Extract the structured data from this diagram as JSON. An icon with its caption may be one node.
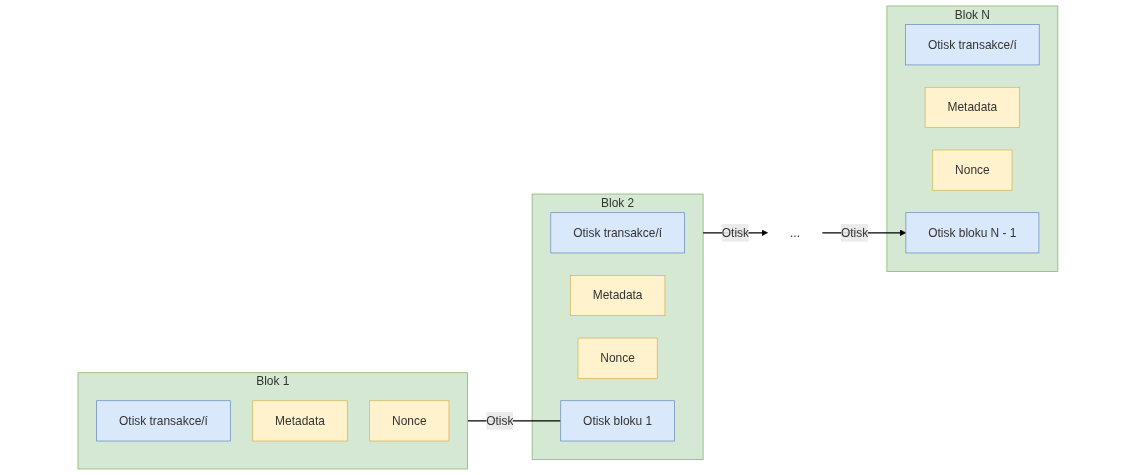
{
  "diagram": {
    "nodes": [
      {
        "text": [
          "Blok 1"
        ]
      },
      {
        "text": [
          "Otisk transakce/í"
        ],
        "in": 0
      },
      {
        "text": [
          "Metadata"
        ],
        "in": 0
      },
      {
        "text": [
          "Nonce"
        ],
        "in": 0
      },
      {
        "text": [
          "Blok 2"
        ]
      },
      {
        "text": [
          "Otisk transakce/í"
        ],
        "in": 4
      },
      {
        "text": [
          "Metadata"
        ],
        "in": 4
      },
      {
        "text": [
          "Nonce"
        ],
        "in": 4
      },
      {
        "text": [
          "Otisk bloku 1"
        ],
        "in": 4
      },
      {
        "text": [
          "..."
        ]
      },
      {
        "text": [
          "Blok N"
        ]
      },
      {
        "text": [
          "Otisk transakce/í"
        ],
        "in": 10
      },
      {
        "text": [
          "Metadata"
        ],
        "in": 10
      },
      {
        "text": [
          "Nonce"
        ],
        "in": 10
      },
      {
        "text": [
          "Otisk bloku N - 1"
        ],
        "in": 10
      }
    ],
    "edges": [
      {
        "from": 0,
        "to": 8,
        "arrow": "none",
        "label": "Otisk"
      },
      {
        "from": 4,
        "to": 9,
        "arrow": "to",
        "label": "Otisk"
      },
      {
        "from": 9,
        "to": 14,
        "arrow": "to",
        "label": "Otisk"
      }
    ]
  }
}
